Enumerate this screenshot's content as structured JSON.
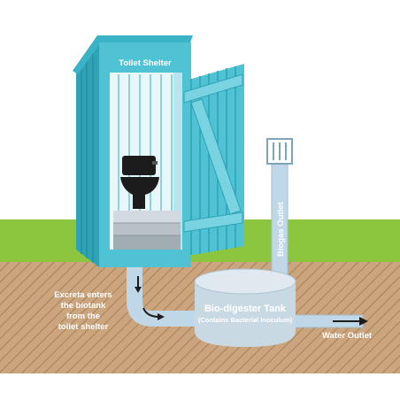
{
  "labels": {
    "shelter": "Toilet Shelter",
    "biogas": "Biogas Outlet",
    "tank_title": "Bio-digester Tank",
    "tank_sub": "(Contains Bacterial Inoculum)",
    "excreta_1": "Excreta enters",
    "excreta_2": "the biotank",
    "excreta_3": "from the",
    "excreta_4": "toilet shelter",
    "water": "Water Outlet"
  },
  "colors": {
    "cabin": "#4fc3d4",
    "cabin_dark": "#2fa3b6",
    "cabin_inner": "#e8f7fa",
    "grass": "#8cc63f",
    "soil": "#caa57e",
    "soil_hatch": "#9e7a55",
    "tank": "#c9d9e3",
    "tank_top": "#dfe9ef",
    "pipe": "#bfd7e6",
    "toilet": "#1c1c1c",
    "steps": "#b7c1c7"
  }
}
